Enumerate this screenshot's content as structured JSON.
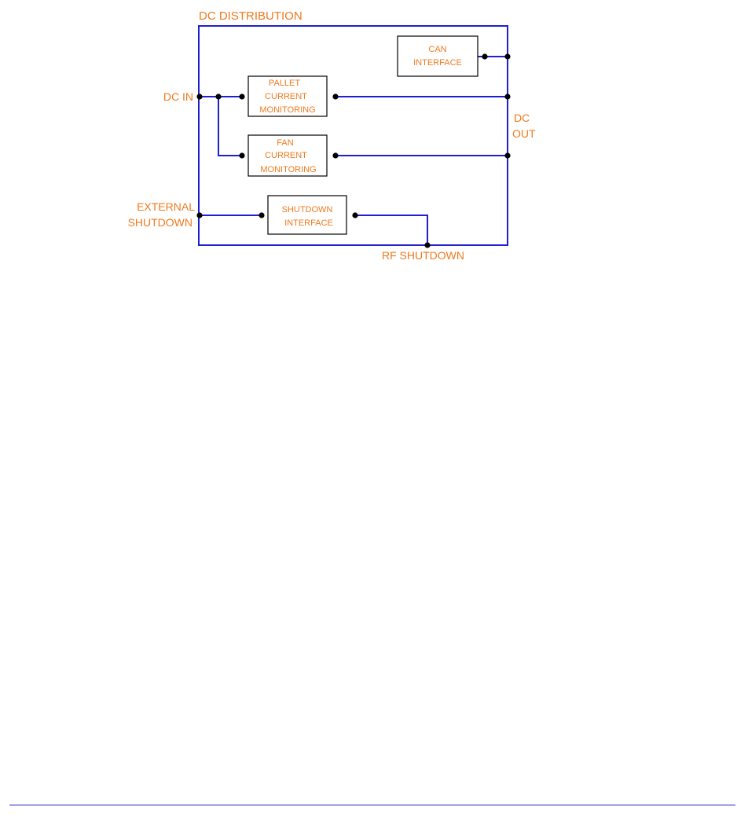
{
  "diagram": {
    "title": "DC DISTRIBUTION",
    "ports": {
      "dc_in": "DC IN",
      "external_shutdown_line1": "EXTERNAL",
      "external_shutdown_line2": "SHUTDOWN",
      "dc_out_line1": "DC",
      "dc_out_line2": "OUT",
      "rf_shutdown": "RF SHUTDOWN"
    },
    "blocks": {
      "can_interface": [
        "CAN",
        "INTERFACE"
      ],
      "pallet_current_monitoring": [
        "PALLET",
        "CURRENT",
        "MONITORING"
      ],
      "fan_current_monitoring": [
        "FAN",
        "CURRENT",
        "MONITORING"
      ],
      "shutdown_interface": [
        "SHUTDOWN",
        "INTERFACE"
      ]
    },
    "colors": {
      "wire": "#1f1fd1",
      "label": "#f07a1e",
      "block_border": "#000000"
    }
  }
}
